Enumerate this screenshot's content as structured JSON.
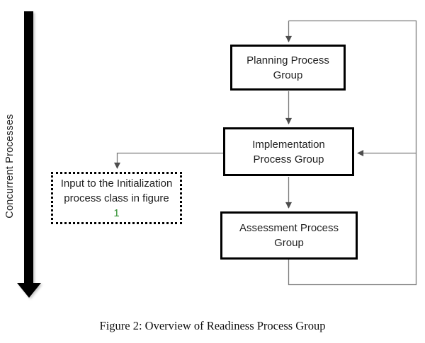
{
  "diagram": {
    "side_label": "Concurrent Processes",
    "nodes": [
      {
        "id": "planning",
        "label": "Planning Process Group"
      },
      {
        "id": "implementation",
        "label": "Implementation Process Group"
      },
      {
        "id": "assessment",
        "label": "Assessment Process Group"
      }
    ],
    "dashed_node": {
      "text": "Input to the Initialization process class in figure",
      "link_text": "1"
    },
    "edges": [
      {
        "from": "feedback-loop",
        "to": "planning",
        "style": "arrow"
      },
      {
        "from": "planning",
        "to": "implementation",
        "style": "arrow"
      },
      {
        "from": "feedback-loop",
        "to": "implementation",
        "style": "arrow"
      },
      {
        "from": "implementation",
        "to": "input-initialization",
        "style": "arrow"
      },
      {
        "from": "implementation",
        "to": "assessment",
        "style": "arrow"
      },
      {
        "from": "assessment",
        "to": "feedback-loop",
        "style": "line"
      }
    ]
  },
  "caption": "Figure 2: Overview of Readiness Process Group",
  "colors": {
    "line": "#7b7b7b",
    "arrowhead": "#4d4d4d",
    "box_border": "#000000",
    "box_text": "#1f1f1f",
    "link_green": "#2f8f2f"
  }
}
